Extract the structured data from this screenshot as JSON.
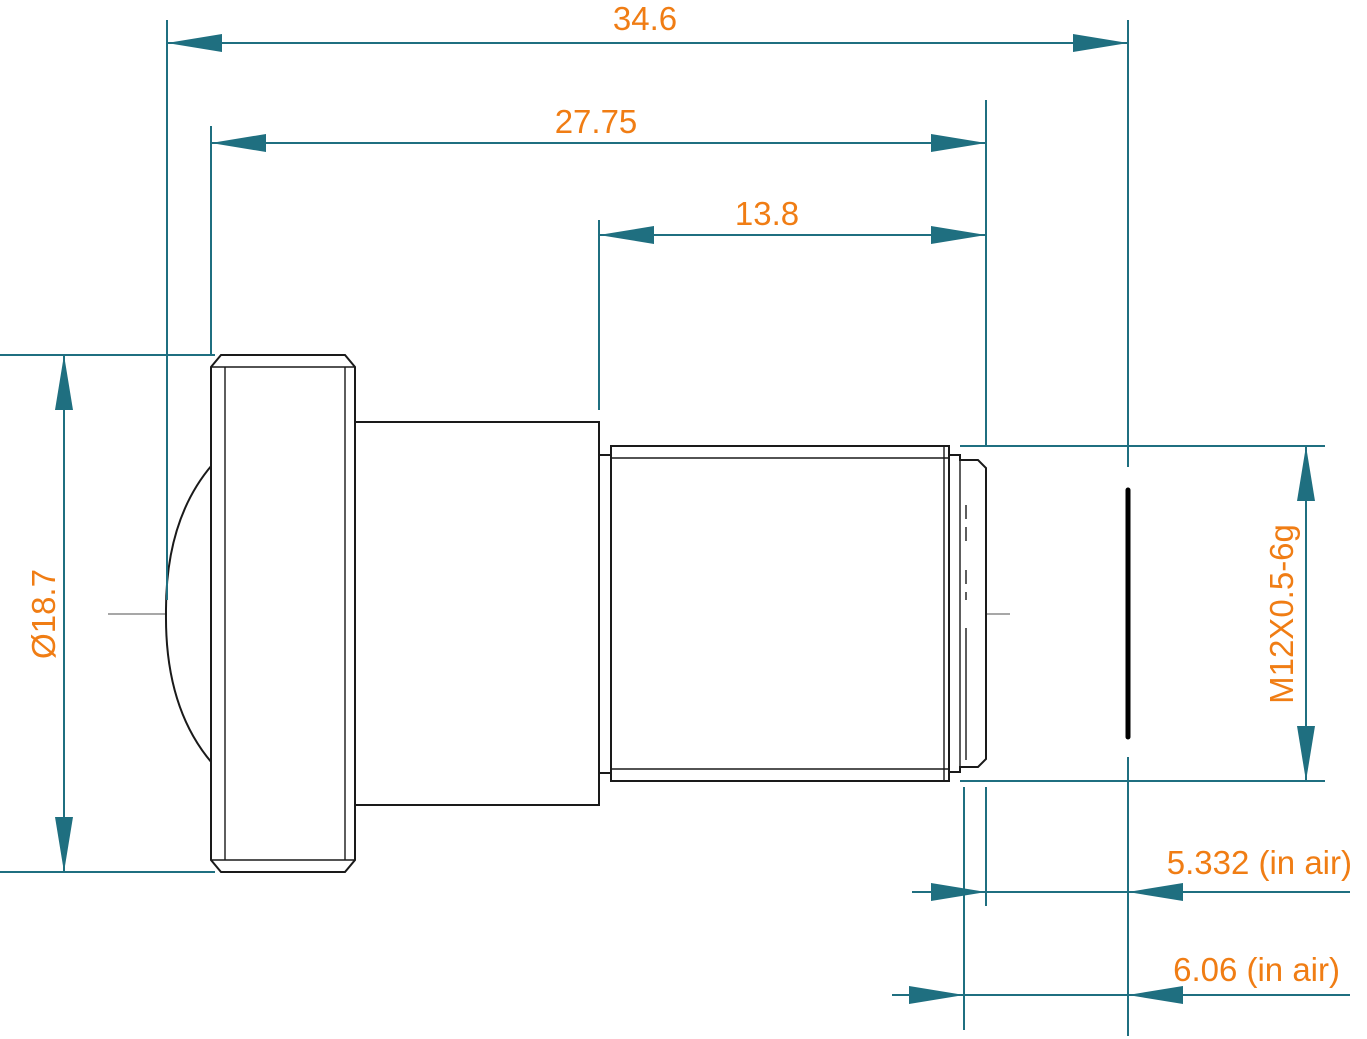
{
  "dimensions": {
    "overall_length": "34.6",
    "mid_length": "27.75",
    "thread_length": "13.8",
    "diameter": "Ø18.7",
    "thread_spec": "M12X0.5-6g",
    "bfl_1": "5.332 (in air)",
    "bfl_2": "6.06 (in air)"
  },
  "colors": {
    "dimension_line": "#1f6f80",
    "dimension_text": "#f07d14",
    "outline": "#1a1a1a",
    "center_axis": "#8a8a8a"
  }
}
